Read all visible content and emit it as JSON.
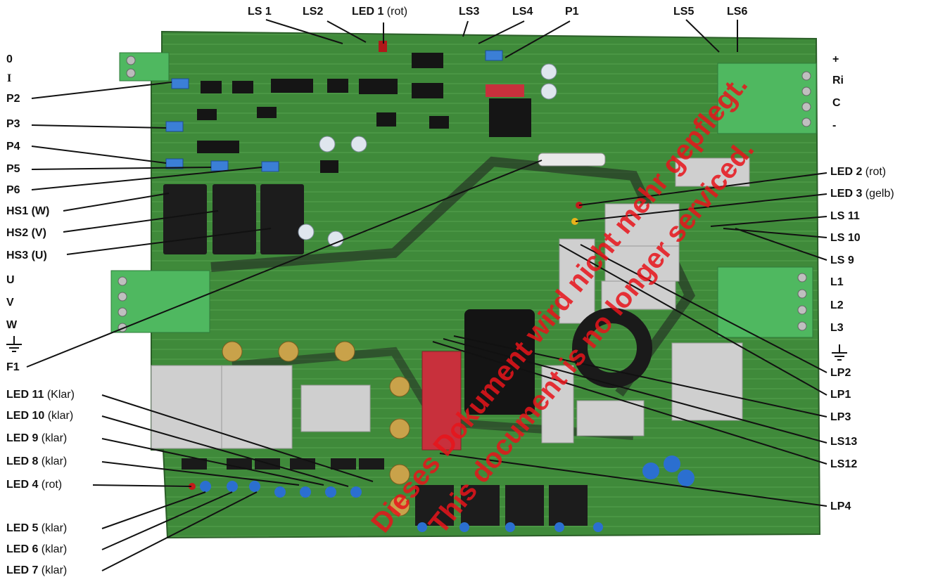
{
  "top_labels": [
    {
      "id": "ls1",
      "text": "LS 1"
    },
    {
      "id": "ls2",
      "text": "LS2"
    },
    {
      "id": "led1",
      "text": "LED 1",
      "note": "(rot)"
    },
    {
      "id": "ls3",
      "text": "LS3"
    },
    {
      "id": "ls4",
      "text": "LS4"
    },
    {
      "id": "p1",
      "text": "P1"
    },
    {
      "id": "ls5",
      "text": "LS5"
    },
    {
      "id": "ls6",
      "text": "LS6"
    }
  ],
  "left_labels": [
    {
      "id": "t0",
      "text": "0"
    },
    {
      "id": "tI",
      "text": "I"
    },
    {
      "id": "p2",
      "text": "P2"
    },
    {
      "id": "p3",
      "text": "P3"
    },
    {
      "id": "p4",
      "text": "P4"
    },
    {
      "id": "p5",
      "text": "P5"
    },
    {
      "id": "p6",
      "text": "P6"
    },
    {
      "id": "hs1",
      "text": "HS1 (W)"
    },
    {
      "id": "hs2",
      "text": "HS2 (V)"
    },
    {
      "id": "hs3",
      "text": "HS3 (U)"
    },
    {
      "id": "u",
      "text": "U"
    },
    {
      "id": "v",
      "text": "V"
    },
    {
      "id": "w",
      "text": "W"
    },
    {
      "id": "f1",
      "text": "F1"
    },
    {
      "id": "led11",
      "text": "LED 11",
      "note": "(Klar)"
    },
    {
      "id": "led10",
      "text": "LED 10",
      "note": "(klar)"
    },
    {
      "id": "led9",
      "text": "LED 9",
      "note": "(klar)"
    },
    {
      "id": "led8",
      "text": "LED 8",
      "note": "(klar)"
    },
    {
      "id": "led4",
      "text": "LED 4",
      "note": "(rot)"
    },
    {
      "id": "led5",
      "text": "LED 5",
      "note": "(klar)"
    },
    {
      "id": "led6",
      "text": "LED 6",
      "note": "(klar)"
    },
    {
      "id": "led7",
      "text": "LED 7",
      "note": "(klar)"
    }
  ],
  "right_labels": [
    {
      "id": "plus",
      "text": "+"
    },
    {
      "id": "ri",
      "text": "Ri"
    },
    {
      "id": "c",
      "text": "C"
    },
    {
      "id": "minus",
      "text": "-"
    },
    {
      "id": "led2",
      "text": "LED 2",
      "note": "(rot)"
    },
    {
      "id": "led3",
      "text": "LED 3",
      "note": "(gelb)"
    },
    {
      "id": "ls11",
      "text": "LS 11"
    },
    {
      "id": "ls10",
      "text": "LS 10"
    },
    {
      "id": "ls9",
      "text": "LS 9"
    },
    {
      "id": "l1",
      "text": "L1"
    },
    {
      "id": "l2",
      "text": "L2"
    },
    {
      "id": "l3",
      "text": "L3"
    },
    {
      "id": "lp2",
      "text": "LP2"
    },
    {
      "id": "lp1",
      "text": "LP1"
    },
    {
      "id": "lp3",
      "text": "LP3"
    },
    {
      "id": "ls13",
      "text": "LS13"
    },
    {
      "id": "ls12",
      "text": "LS12"
    },
    {
      "id": "lp4",
      "text": "LP4"
    }
  ],
  "watermark": {
    "line1": "Dieses Dokument wird nicht mehr gepflegt.",
    "line2": "This document is no longer serviced.",
    "color": "#e8141b"
  },
  "board": {
    "pcb_color": "#3f8a3a",
    "connector_color": "#4fb860",
    "relay_color": "#1c1c1c",
    "capacitor_color": "#cfcfcf",
    "red_cap_color": "#c8303c"
  }
}
